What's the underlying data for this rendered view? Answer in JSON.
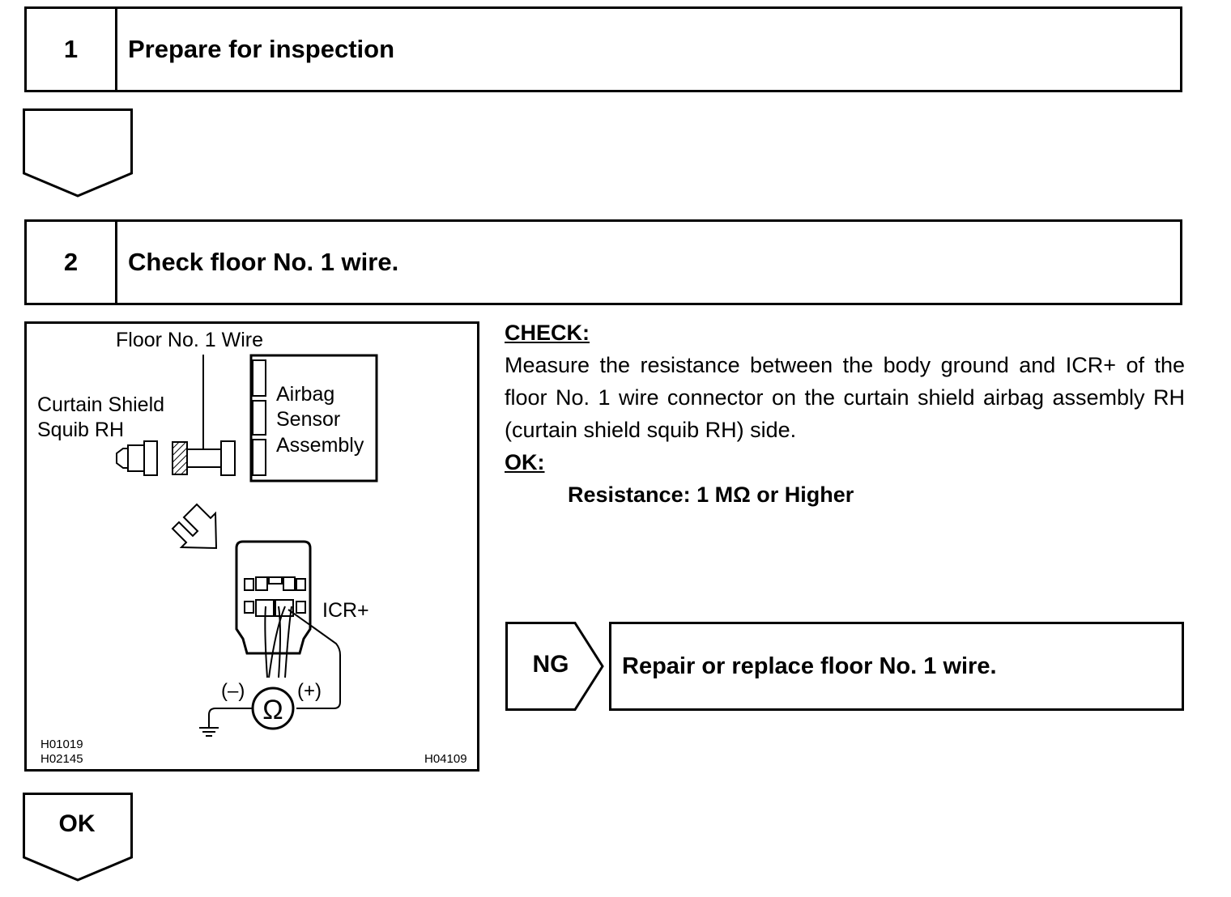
{
  "step1": {
    "number": "1",
    "title": "Prepare for inspection"
  },
  "step2": {
    "number": "2",
    "title": "Check floor No. 1 wire."
  },
  "figure": {
    "label_floor_wire": "Floor No. 1 Wire",
    "label_curtain_line1": "Curtain Shield",
    "label_curtain_line2": "Squib RH",
    "label_airbag_line1": "Airbag",
    "label_airbag_line2": "Sensor",
    "label_airbag_line3": "Assembly",
    "label_icr": "ICR+",
    "label_minus": "(–)",
    "label_plus": "(+)",
    "ohm_symbol": "Ω",
    "code_left_1": "H01019",
    "code_left_2": "H02145",
    "code_right": "H04109"
  },
  "check": {
    "heading": "CHECK:",
    "text": "Measure the resistance between the body ground and ICR+ of the floor No. 1 wire connector on the curtain shield airbag assembly RH (curtain shield squib RH) side.",
    "ok_heading": "OK:",
    "spec": "Resistance: 1 MΩ or Higher"
  },
  "ng": {
    "tag": "NG",
    "action": "Repair or replace floor No. 1 wire."
  },
  "ok": {
    "tag": "OK"
  }
}
